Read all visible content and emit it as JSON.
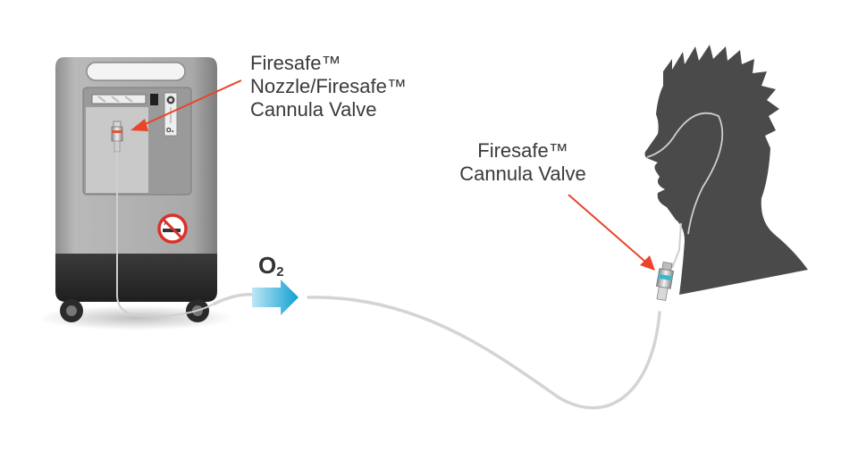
{
  "labels": {
    "nozzle_valve": {
      "line1": "Firesafe™",
      "line2": "Nozzle/Firesafe™",
      "line3": "Cannula Valve"
    },
    "cannula_valve": {
      "line1": "Firesafe™",
      "line2": "Cannula Valve"
    }
  },
  "flow": {
    "symbol": "O",
    "subscript": "2"
  },
  "concentrator": {
    "panel_mark": "O₂"
  },
  "colors": {
    "arrow_red": "#e8452a",
    "flow_arrow_blue": "#1aa6d6",
    "silhouette": "#4a4a4a",
    "tubing": "#d6d6d6",
    "body_gray": "#a8a8a8",
    "base_dark": "#2b2b2b"
  },
  "icons": [
    "no-smoking-icon",
    "oxygen-concentrator",
    "head-silhouette",
    "cannula-valve",
    "flow-arrow"
  ]
}
